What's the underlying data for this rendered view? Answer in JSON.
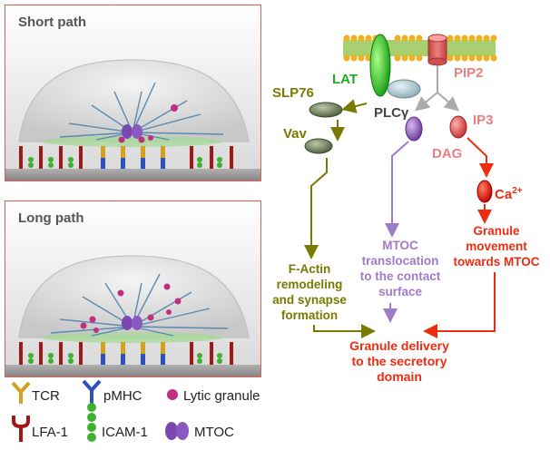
{
  "panels": {
    "short_title": "Short path",
    "long_title": "Long path"
  },
  "legend": {
    "tcr": "TCR",
    "pmhc": "pMHC",
    "lytic": "Lytic granule",
    "lfa1": "LFA-1",
    "icam1": "ICAM-1",
    "mtoc": "MTOC"
  },
  "pathway": {
    "lat": "LAT",
    "pip2": "PIP2",
    "slp76": "SLP76",
    "plcg": "PLCγ",
    "vav": "Vav",
    "dag": "DAG",
    "ip3": "IP3",
    "ca": "Ca",
    "ca_sup": "2+",
    "factin": [
      "F-Actin",
      "remodeling",
      "and synapse",
      "formation"
    ],
    "mtoc_trans": [
      "MTOC",
      "translocation",
      "to the contact",
      "surface"
    ],
    "granule_move": [
      "Granule",
      "movement",
      "towards MTOC"
    ],
    "delivery": [
      "Granule delivery",
      "to the secretory",
      "domain"
    ]
  },
  "colors": {
    "olive": "#7a7a00",
    "purple": "#a07cc8",
    "red": "#ee2c10",
    "salmon": "#e88080",
    "lat_green": "#22aa22",
    "panel_border": "#e06050"
  }
}
